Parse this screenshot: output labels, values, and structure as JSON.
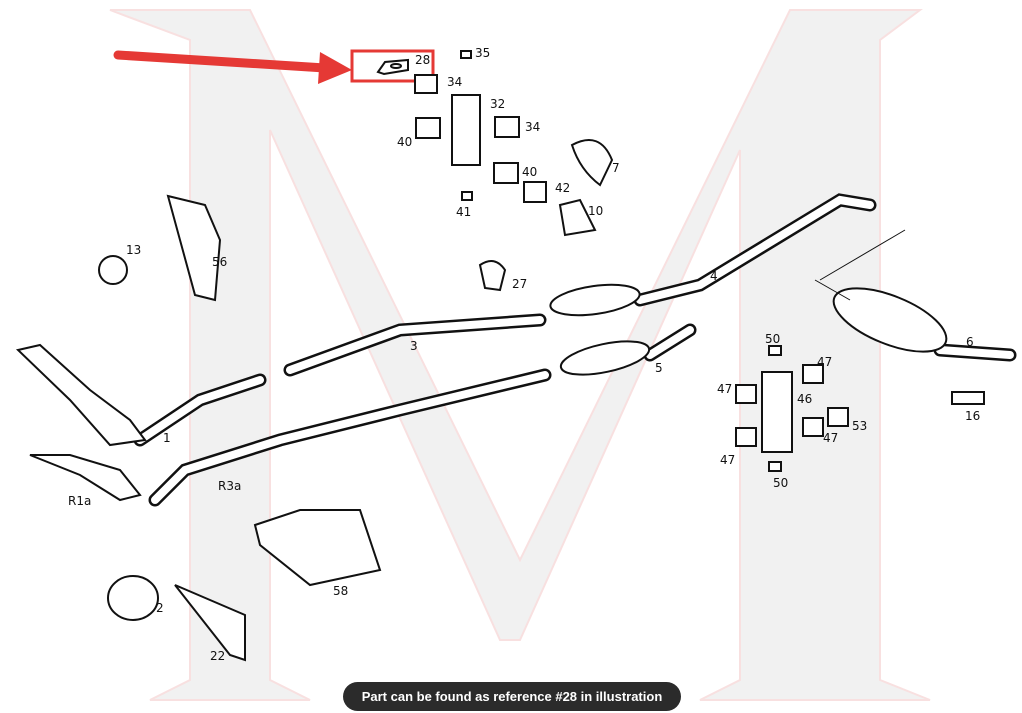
{
  "caption": "Part can be found as reference #28 in illustration",
  "highlight": {
    "reference": "28",
    "color": "#e53935"
  },
  "labels": {
    "l28": "28",
    "l35": "35",
    "l34a": "34",
    "l32": "32",
    "l40a": "40",
    "l34b": "34",
    "l7": "7",
    "l40b": "40",
    "l42": "42",
    "l41": "41",
    "l10": "10",
    "l13": "13",
    "l56": "56",
    "l27": "27",
    "l4": "4",
    "l3": "3",
    "l1": "1",
    "l5": "5",
    "l6": "6",
    "l50a": "50",
    "l47a": "47",
    "l47b": "47",
    "l46": "46",
    "l53": "53",
    "l47c": "47",
    "l47d": "47",
    "l50b": "50",
    "l16": "16",
    "lR1a": "R1a",
    "lR3a": "R3a",
    "l58": "58",
    "l2": "2",
    "l22": "22"
  }
}
